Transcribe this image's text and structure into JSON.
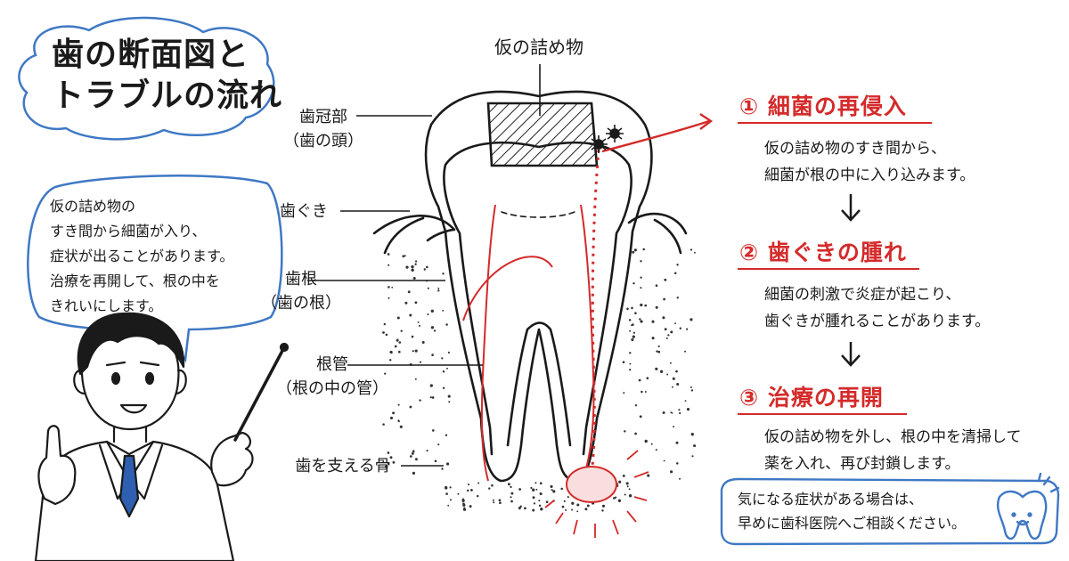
{
  "title": {
    "line1": "歯の断面図と",
    "line2": "トラブルの流れ"
  },
  "diagram": {
    "filling_label": "仮の詰め物",
    "parts": [
      {
        "name": "歯冠部",
        "sub": "（歯の頭）"
      },
      {
        "name": "歯ぐき",
        "sub": ""
      },
      {
        "name": "歯根",
        "sub": "（歯の根）"
      },
      {
        "name": "根管",
        "sub": "（根の中の管）"
      },
      {
        "name": "歯を支える骨",
        "sub": ""
      }
    ]
  },
  "bubble": {
    "lines": [
      "仮の詰め物の",
      "すき間から細菌が入り、",
      "症状が出ることがあります。",
      "治療を再開して、根の中を",
      "きれいにします。"
    ]
  },
  "steps": [
    {
      "num": "①",
      "title": "細菌の再侵入",
      "lines": [
        "仮の詰め物のすき間から、",
        "細菌が根の中に入り込みます。"
      ]
    },
    {
      "num": "②",
      "title": "歯ぐきの腫れ",
      "lines": [
        "細菌の刺激で炎症が起こり、",
        "歯ぐきが腫れることがあります。"
      ]
    },
    {
      "num": "③",
      "title": "治療の再開",
      "lines": [
        "仮の詰め物を外し、根の中を清掃して",
        "薬を入れ、再び封鎖します。"
      ]
    }
  ],
  "note": {
    "lines": [
      "気になる症状がある場合は、",
      "早めに歯科医院へご相談ください。"
    ]
  },
  "colors": {
    "accent_red": "#d42a2a",
    "frame_blue": "#3f78c4",
    "ink": "#1a1a1a",
    "tie_blue": "#2f5fb0"
  },
  "icons": [
    "tooth-icon",
    "down-arrow-icon",
    "bacteria-icon",
    "pointer-stick-icon"
  ]
}
